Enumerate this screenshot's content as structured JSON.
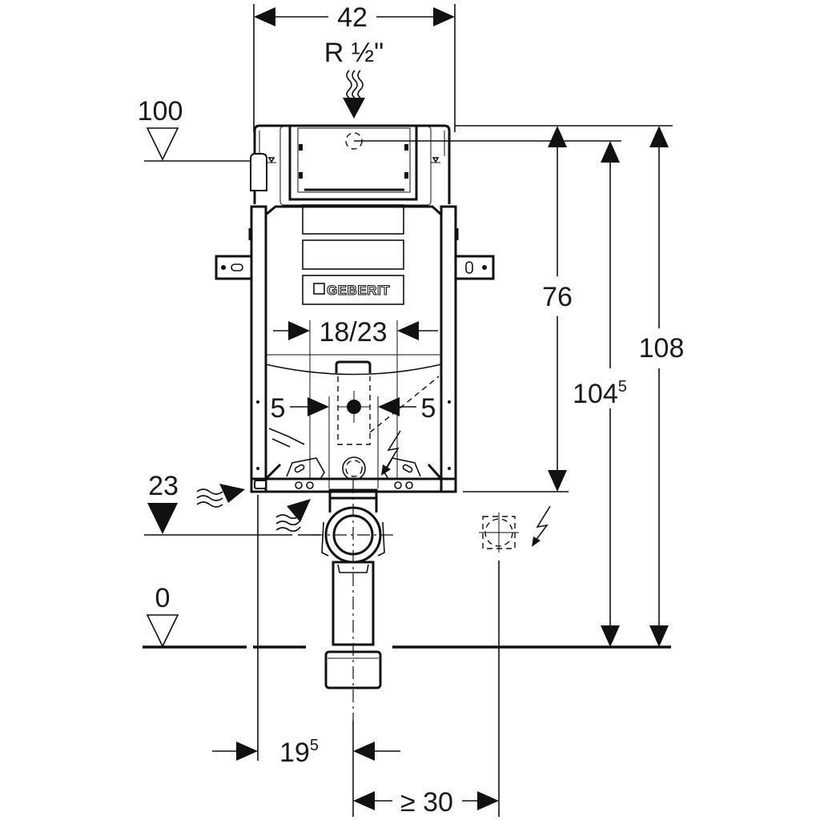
{
  "drawing": {
    "brand": "GEBERIT",
    "colors": {
      "line": "#111111",
      "background": "#ffffff"
    },
    "units": "cm",
    "dimensions": {
      "frame_width": "42",
      "water_inlet": "R ½\"",
      "frame_height_total": {
        "main": "108",
        "sup": ""
      },
      "frame_height_leg": {
        "main": "104",
        "sup": "5"
      },
      "cistern_to_drain": "76",
      "outlet_spacing": "18/23",
      "bolt_offset_left": "5",
      "bolt_offset_right": "5",
      "wall_to_drain_axis": {
        "main": "19",
        "sup": "5"
      },
      "min_side_clearance": "≥ 30"
    },
    "levels": [
      {
        "name": "top-of-cistern-level",
        "value": "100",
        "style": "hollow"
      },
      {
        "name": "drain-axis-level",
        "value": "23",
        "style": "filled"
      },
      {
        "name": "finished-floor-level",
        "value": "0",
        "style": "hollow"
      }
    ],
    "icons": [
      "water-supply-icon",
      "electrical-supply-icon",
      "waste-water-icon",
      "level-marker-icon",
      "dimension-arrow-icon"
    ]
  }
}
